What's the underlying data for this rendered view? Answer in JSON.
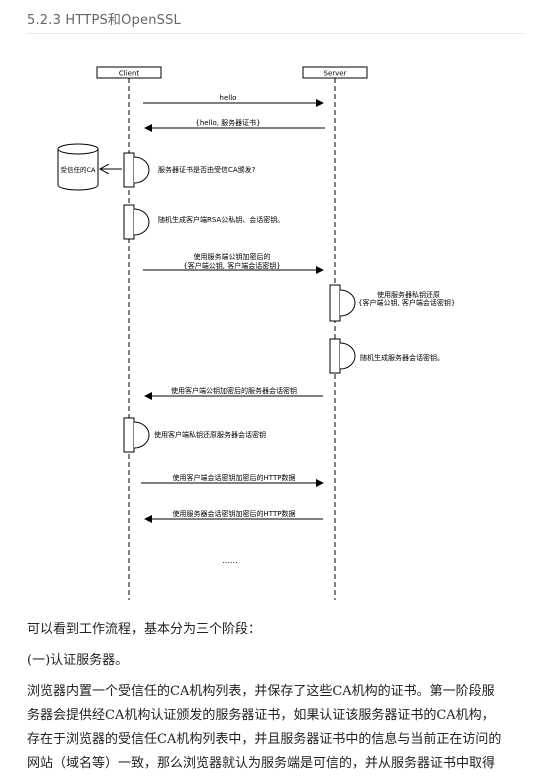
{
  "section_heading": "5.2.3 HTTPS和OpenSSL",
  "diagram": {
    "client_label": "Client",
    "server_label": "Server",
    "ca_store_label": "受信任的CA",
    "messages": [
      {
        "id": "hello",
        "lines": [
          "hello"
        ]
      },
      {
        "id": "hello-reply",
        "lines": [
          "{hello, 服务器证书}"
        ]
      },
      {
        "id": "check-ca",
        "lines": [
          "服务器证书是否由受信CA颁发?"
        ]
      },
      {
        "id": "gen-client-keys",
        "lines": [
          "随机生成客户端RSA公私钥、会话密钥。"
        ]
      },
      {
        "id": "send-client-keys",
        "lines": [
          "使用服务端公钥加密后的",
          "{客户端公钥, 客户端会话密钥}"
        ]
      },
      {
        "id": "server-decrypt",
        "lines": [
          "使用服务器私钥还原",
          "{客户端公钥, 客户端会话密钥}"
        ]
      },
      {
        "id": "gen-server-session",
        "lines": [
          "随机生成服务器会话密钥。"
        ]
      },
      {
        "id": "send-server-session",
        "lines": [
          "使用客户端公钥加密后的服务器会话密钥"
        ]
      },
      {
        "id": "client-restore",
        "lines": [
          "使用客户端私钥还原服务器会话密钥"
        ]
      },
      {
        "id": "client-http",
        "lines": [
          "使用客户端会话密钥加密后的HTTP数据"
        ]
      },
      {
        "id": "server-http",
        "lines": [
          "使用服务器会话密钥加密后的HTTP数据"
        ]
      },
      {
        "id": "ellipsis",
        "lines": [
          "......"
        ]
      }
    ]
  },
  "body": {
    "intro": "可以看到工作流程，基本分为三个阶段：",
    "stage_title": "(一)认证服务器。",
    "paragraph_lines": [
      "浏览器内置一个受信任的CA机构列表，并保存了这些CA机构的证书。第一阶段服",
      "务器会提供经CA机构认证颁发的服务器证书，如果认证该服务器证书的CA机构，",
      "存在于浏览器的受信任CA机构列表中，并且服务器证书中的信息与当前正在访问的",
      "网站（域名等）一致，那么浏览器就认为服务端是可信的，并从服务器证书中取得"
    ]
  }
}
